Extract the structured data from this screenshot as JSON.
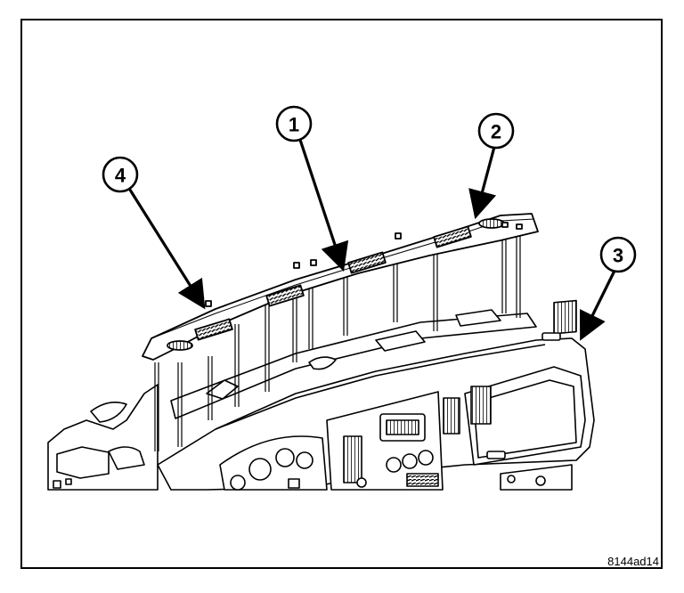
{
  "callouts": [
    {
      "id": "callout-1",
      "label": "1"
    },
    {
      "id": "callout-2",
      "label": "2"
    },
    {
      "id": "callout-3",
      "label": "3"
    },
    {
      "id": "callout-4",
      "label": "4"
    }
  ],
  "figure_id": "8144ad14"
}
